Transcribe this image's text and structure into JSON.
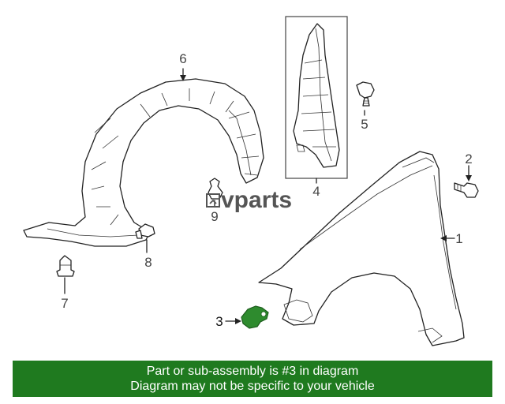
{
  "watermark": {
    "brand": "vparts"
  },
  "callouts": {
    "c1": "1",
    "c2": "2",
    "c3": "3",
    "c4": "4",
    "c5": "5",
    "c6": "6",
    "c7": "7",
    "c8": "8",
    "c9": "9"
  },
  "highlight": {
    "part_number": "3",
    "color": "#2e8b2e"
  },
  "banner": {
    "line1": "Part or sub-assembly is #3 in diagram",
    "line2": "Diagram may not be specific to your vehicle",
    "bg_color": "#1f7a1f"
  }
}
